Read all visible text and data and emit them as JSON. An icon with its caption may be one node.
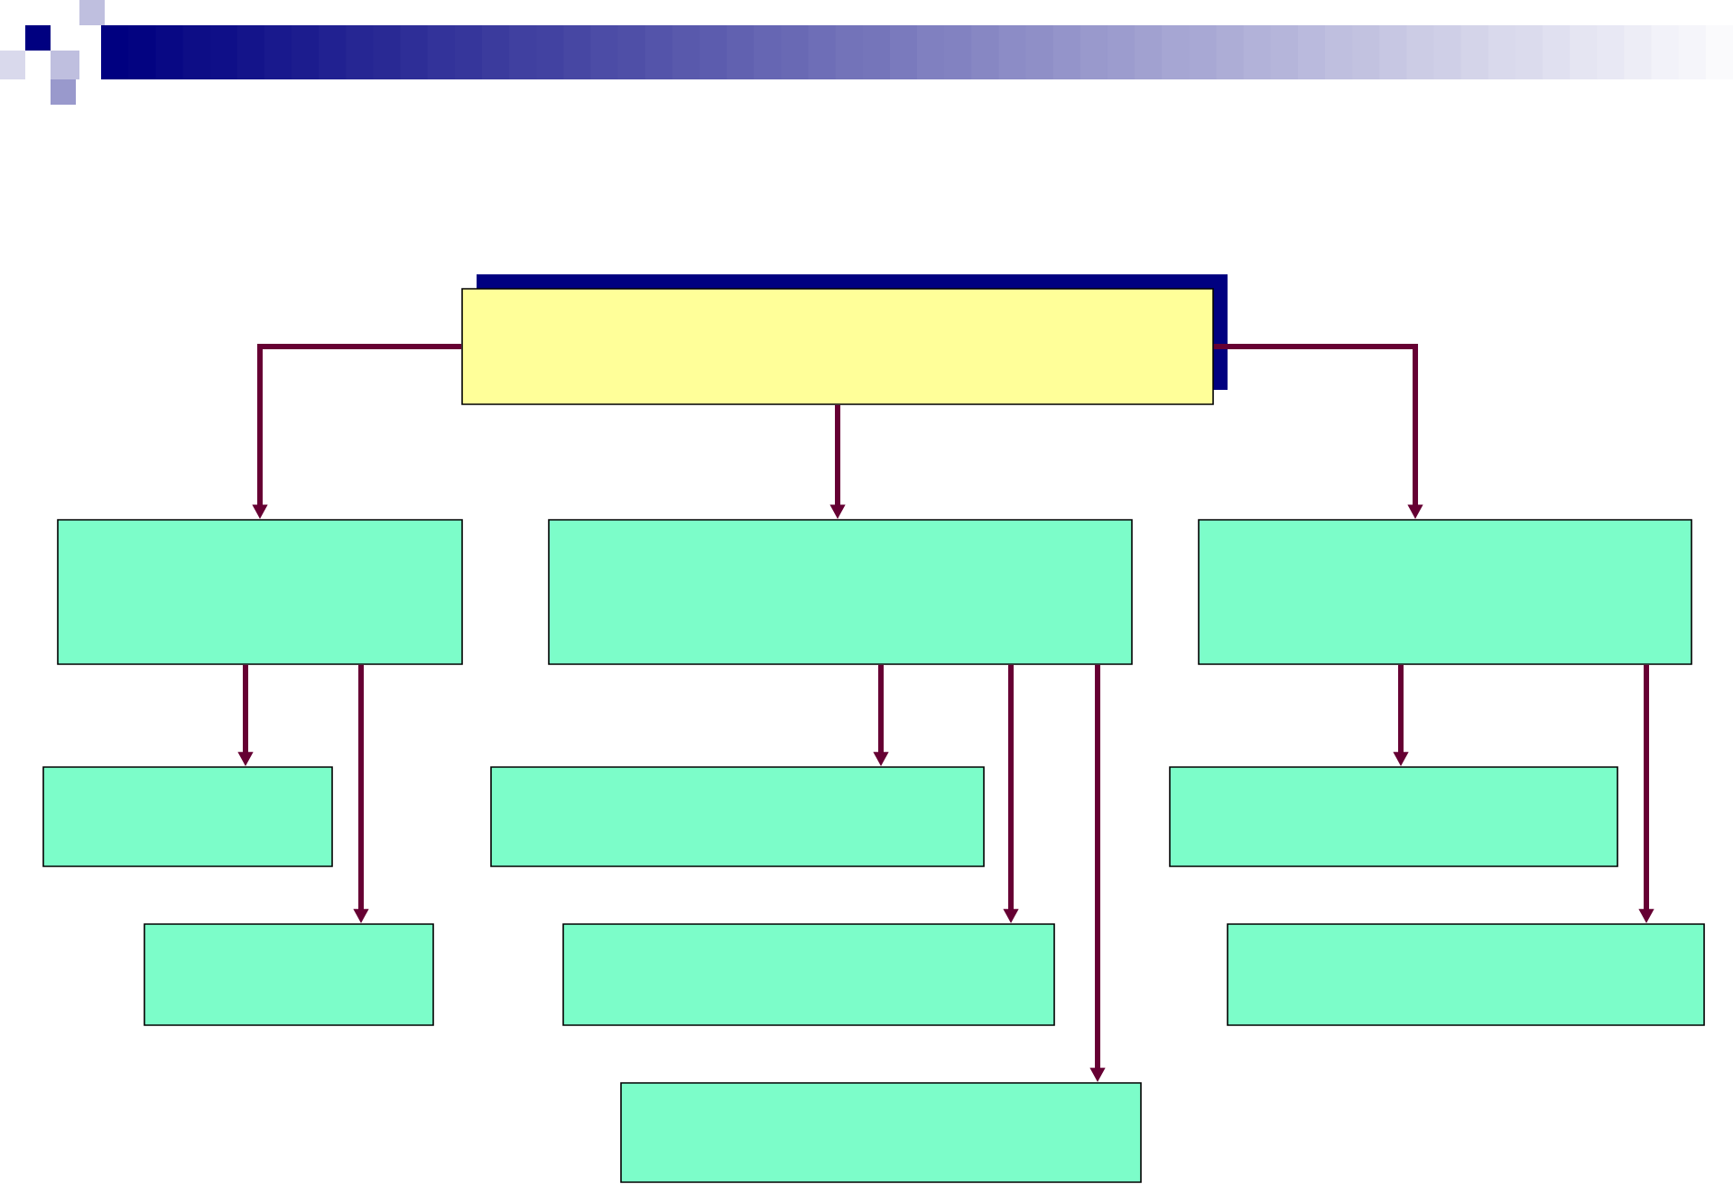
{
  "diagram": {
    "nodes": [
      {
        "text": [],
        "shape": "box"
      },
      {
        "text": [],
        "shape": "box"
      },
      {
        "text": [],
        "shape": "box"
      },
      {
        "text": [],
        "shape": "box"
      },
      {
        "text": [],
        "shape": "box"
      },
      {
        "text": [],
        "shape": "box"
      },
      {
        "text": [],
        "shape": "box"
      },
      {
        "text": [],
        "shape": "box"
      },
      {
        "text": [],
        "shape": "box"
      },
      {
        "text": [],
        "shape": "box"
      },
      {
        "text": [],
        "shape": "box"
      }
    ],
    "edges": [
      {
        "from": 0,
        "to": 1,
        "arrow": "to"
      },
      {
        "from": 0,
        "to": 2,
        "arrow": "to"
      },
      {
        "from": 0,
        "to": 3,
        "arrow": "to"
      },
      {
        "from": 1,
        "to": 4,
        "arrow": "to"
      },
      {
        "from": 1,
        "to": 7,
        "arrow": "to"
      },
      {
        "from": 2,
        "to": 5,
        "arrow": "to"
      },
      {
        "from": 2,
        "to": 8,
        "arrow": "to"
      },
      {
        "from": 2,
        "to": 10,
        "arrow": "to"
      },
      {
        "from": 3,
        "to": 6,
        "arrow": "to"
      },
      {
        "from": 3,
        "to": 9,
        "arrow": "to"
      }
    ]
  }
}
